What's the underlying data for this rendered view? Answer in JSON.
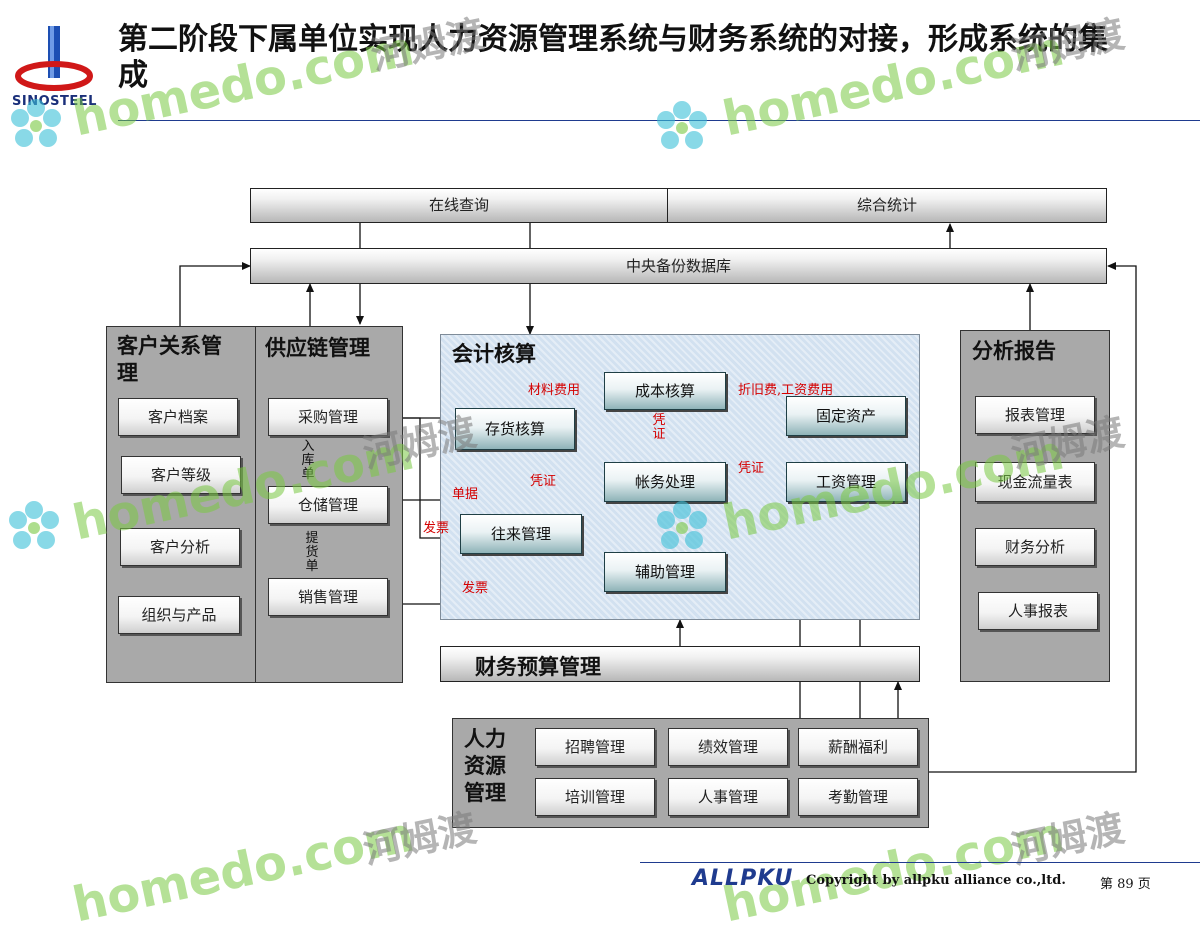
{
  "header": {
    "title": "第二阶段下属单位实现人力资源管理系统与财务系统的对接，形成系统的集成",
    "logo_text": "SINOSTEEL"
  },
  "top_bar": {
    "online_query": "在线查询",
    "stats": "综合统计"
  },
  "central_db": "中央备份数据库",
  "crm": {
    "title": "客户关系管理",
    "items": [
      "客户档案",
      "客户等级",
      "客户分析",
      "组织与产品"
    ]
  },
  "scm": {
    "title": "供应链管理",
    "items": [
      "采购管理",
      "仓储管理",
      "销售管理"
    ],
    "label_inbound": "入库单",
    "label_pickup": "提货单"
  },
  "accounting": {
    "title": "会计核算",
    "cost": "成本核算",
    "inventory": "存货核算",
    "fixed_assets": "固定资产",
    "ledger": "帐务处理",
    "payroll": "工资管理",
    "ar_ap": "往来管理",
    "aux": "辅助管理",
    "labels": {
      "material_cost": "材料费用",
      "depr_wage": "折旧费,工资费用",
      "voucher_v": "凭证",
      "voucher_right": "凭证",
      "voucher_mid": "凭证",
      "receipt": "单据",
      "invoice1": "发票",
      "invoice2": "发票"
    }
  },
  "analysis": {
    "title": "分析报告",
    "items": [
      "报表管理",
      "现金流量表",
      "财务分析",
      "人事报表"
    ]
  },
  "budget": "财务预算管理",
  "hr": {
    "title": "人力资源管理",
    "items": [
      "招聘管理",
      "绩效管理",
      "薪酬福利",
      "培训管理",
      "人事管理",
      "考勤管理"
    ]
  },
  "footer": {
    "brand": "ALLPKU",
    "copyright": "Copyright by  allpku alliance co.,ltd.",
    "page": "第  89  页"
  },
  "watermark": {
    "en": "homedo.com",
    "cn": "河姆渡"
  }
}
